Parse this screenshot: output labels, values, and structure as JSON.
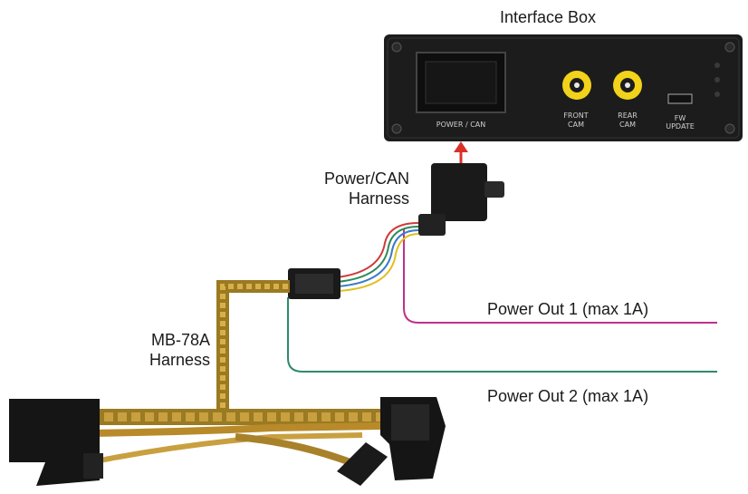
{
  "title": "Interface Box",
  "box_labels": {
    "port": "POWER / CAN",
    "front_cam_1": "FRONT",
    "front_cam_2": "CAM",
    "rear_cam_1": "REAR",
    "rear_cam_2": "CAM",
    "fw_1": "FW",
    "fw_2": "UPDATE"
  },
  "labels": {
    "power_can_harness_1": "Power/CAN",
    "power_can_harness_2": "Harness",
    "mb_harness_1": "MB-78A",
    "mb_harness_2": "Harness",
    "power_out_1": "Power Out 1 (max 1A)",
    "power_out_2": "Power Out 2 (max 1A)"
  },
  "colors": {
    "box": "#1c1c1c",
    "rca_yellow": "#f2d21a",
    "arrow": "#d8312a",
    "power_out_1_wire": "#c0308a",
    "power_out_2_wire": "#2f8a6a",
    "harness_bundle": "#b8922a"
  }
}
